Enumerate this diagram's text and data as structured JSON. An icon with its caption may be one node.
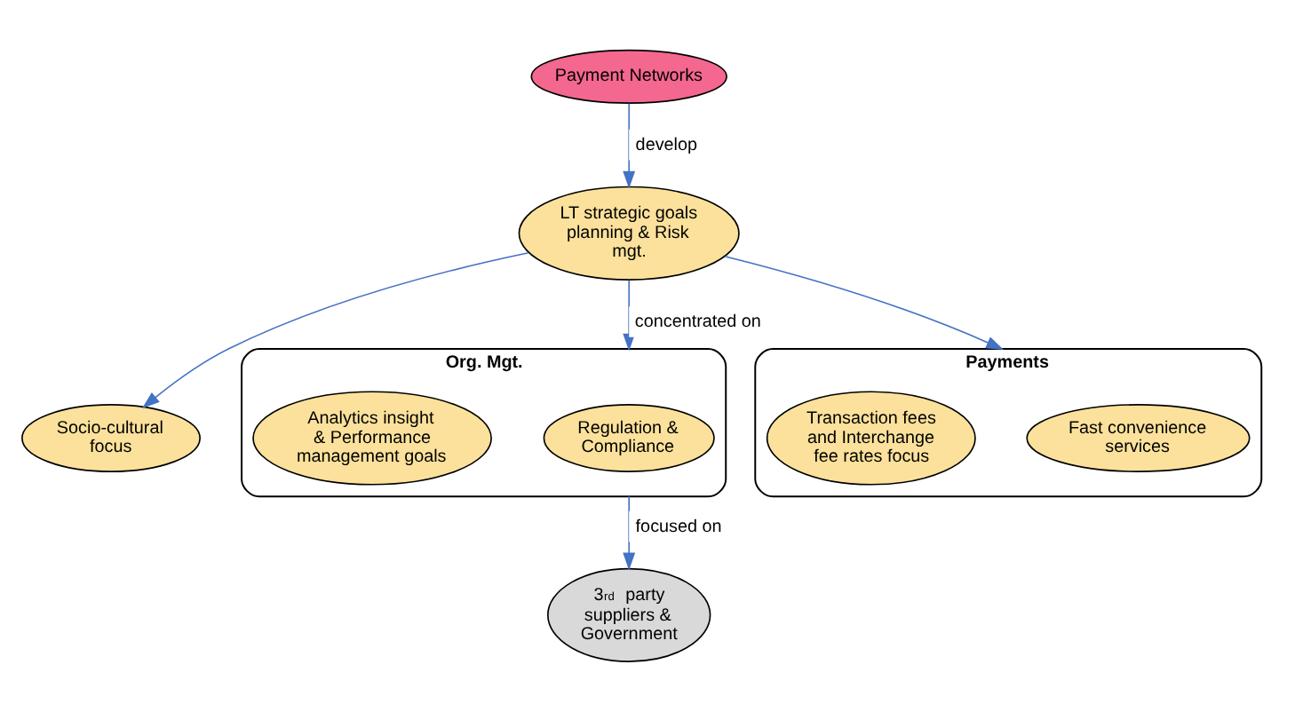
{
  "diagram": {
    "nodes": [
      {
        "text": [
          "Payment Networks"
        ]
      },
      {
        "text": [
          "LT strategic goals planning & Risk mgt."
        ]
      },
      {
        "text": [
          "Socio-cultural focus"
        ]
      },
      {
        "text": [
          "Org. Mgt."
        ]
      },
      {
        "text": [
          "Regulation & Compliance"
        ],
        "in": 3
      },
      {
        "text": [
          "Analytics insight & Performance management goals"
        ],
        "in": 3
      },
      {
        "text": [
          "Payments"
        ]
      },
      {
        "text": [
          "Fast convenience services"
        ],
        "in": 6
      },
      {
        "text": [
          "Transaction fees and Interchange fee rates focus"
        ],
        "in": 6
      },
      {
        "text": [
          "3$^{rd}$ party suppliers & Government"
        ]
      }
    ],
    "edges": [
      {
        "from": 0,
        "to": 1,
        "label": "develop",
        "arrow": "to"
      },
      {
        "from": 1,
        "to": 2,
        "arrow": "to"
      },
      {
        "from": 1,
        "to": 3,
        "label": "concentrated on",
        "arrow": "to"
      },
      {
        "from": 1,
        "to": 6,
        "arrow": "to"
      },
      {
        "from": 3,
        "to": 9,
        "label": "focused on",
        "arrow": "to"
      }
    ]
  }
}
